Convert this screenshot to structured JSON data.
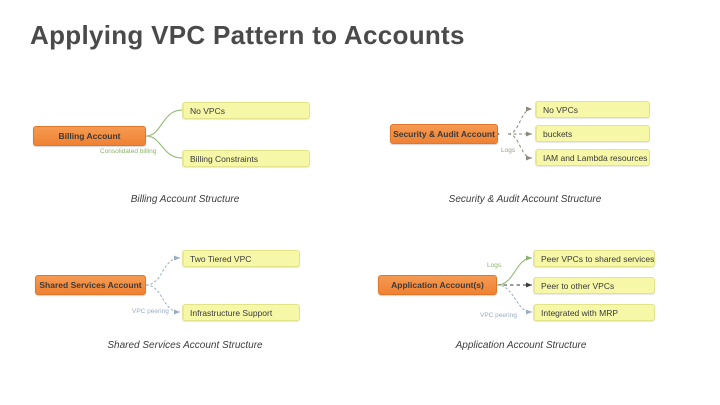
{
  "slide": {
    "title": "Applying VPC Pattern to Accounts",
    "background_color": "#ffffff",
    "title_color": "#4a4a4a"
  },
  "palette": {
    "root_node_fill": "#ef8233",
    "root_node_border": "#e2762a",
    "leaf_node_fill": "#f7f7a8",
    "leaf_node_border": "#e3e38a",
    "connector_green": "#8ab46a",
    "connector_blue": "#9aabc4",
    "connector_gray": "#8a8a7a"
  },
  "diagrams": [
    {
      "id": "billing-account",
      "caption": "Billing Account Structure",
      "root": "Billing Account",
      "edge_labels": [
        {
          "text": "Consolidated billing",
          "color": "green"
        }
      ],
      "leaves": [
        "No VPCs",
        "Billing Constraints"
      ]
    },
    {
      "id": "security-audit-account",
      "caption": "Security & Audit Account Structure",
      "root": "Security & Audit Account",
      "edge_labels": [
        {
          "text": "Logs",
          "color": "gray"
        }
      ],
      "leaves": [
        "No VPCs",
        "buckets",
        "IAM and Lambda resources"
      ]
    },
    {
      "id": "shared-services-account",
      "caption": "Shared Services Account Structure",
      "root": "Shared Services Account",
      "edge_labels": [
        {
          "text": "VPC peering",
          "color": "blue"
        }
      ],
      "leaves": [
        "Two Tiered VPC",
        "Infrastructure Support"
      ]
    },
    {
      "id": "application-account",
      "caption": "Application Account Structure",
      "root": "Application Account(s)",
      "edge_labels": [
        {
          "text": "Logs",
          "color": "green"
        },
        {
          "text": "VPC peering",
          "color": "blue"
        }
      ],
      "leaves": [
        "Peer VPCs to shared services",
        "Peer to other VPCs",
        "Integrated with MRP"
      ]
    }
  ]
}
